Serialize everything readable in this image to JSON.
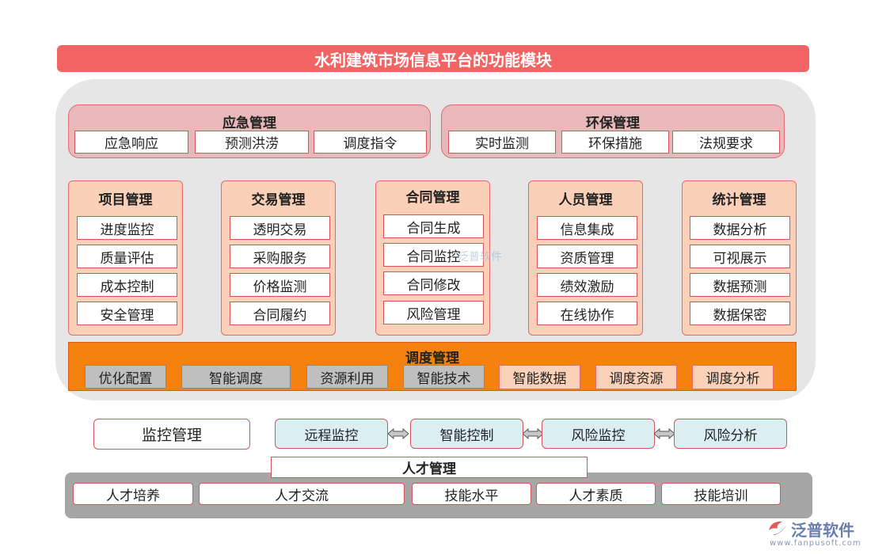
{
  "title": "水利建筑市场信息平台的功能模块",
  "emergency": {
    "header": "应急管理",
    "items": [
      "应急响应",
      "预测洪涝",
      "调度指令"
    ]
  },
  "environment": {
    "header": "环保管理",
    "items": [
      "实时监测",
      "环保措施",
      "法规要求"
    ]
  },
  "columns": [
    {
      "header": "项目管理",
      "items": [
        "进度监控",
        "质量评估",
        "成本控制",
        "安全管理"
      ]
    },
    {
      "header": "交易管理",
      "items": [
        "透明交易",
        "采购服务",
        "价格监测",
        "合同履约"
      ]
    },
    {
      "header": "合同管理",
      "items": [
        "合同生成",
        "合同监控",
        "合同修改",
        "风险管理"
      ]
    },
    {
      "header": "人员管理",
      "items": [
        "信息集成",
        "资质管理",
        "绩效激励",
        "在线协作"
      ]
    },
    {
      "header": "统计管理",
      "items": [
        "数据分析",
        "可视展示",
        "数据预测",
        "数据保密"
      ]
    }
  ],
  "scheduling": {
    "header": "调度管理",
    "items": [
      "优化配置",
      "智能调度",
      "资源利用",
      "智能技术",
      "智能数据",
      "调度资源",
      "调度分析"
    ]
  },
  "monitoring": {
    "main": "监控管理",
    "items": [
      "远程监控",
      "智能控制",
      "风险监控",
      "风险分析"
    ]
  },
  "talent": {
    "header": "人才管理",
    "items": [
      "人才培养",
      "人才交流",
      "技能水平",
      "人才素质",
      "技能培训"
    ]
  },
  "watermark": "泛普软件",
  "logo": {
    "name": "泛普软件",
    "url": "www.fanpusoft.com"
  }
}
